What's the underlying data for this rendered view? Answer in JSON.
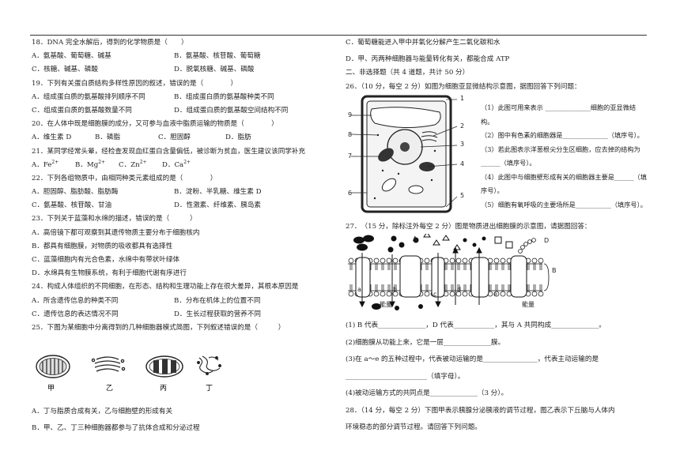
{
  "left": [
    {
      "type": "q",
      "text": "18．DNA 完全水解后，得到的化学物质是（　　）"
    },
    {
      "type": "o2",
      "a": "A．氨基酸、葡萄糖、碱基",
      "b": "B．氨基酸、核苷酸、葡萄糖"
    },
    {
      "type": "o2",
      "a": "C．核糖、碱基、磷酸",
      "b": "D．脱氧核糖、碱基、磷酸"
    },
    {
      "type": "q",
      "text": "19．下列有关蛋白质结构多样性原因的叙述，错误的是（　　　　）"
    },
    {
      "type": "o2",
      "a": "A．组成蛋白质的氨基酸排列顺序不同",
      "b": "B．组成蛋白质的氨基酸种类不同"
    },
    {
      "type": "o2",
      "a": "C．组成蛋白质的氨基酸数量不同",
      "b": "D．组成蛋白质的氨基酸空间结构不同"
    },
    {
      "type": "q",
      "text": "20．在人体中既是细胞膜的成分，又可参与血液中脂质运输的物质是（　　　　）"
    },
    {
      "type": "o4",
      "a": "A．维生素 D",
      "b": "B．磷脂",
      "c": "C．胆固醇",
      "d": "D．脂肪"
    },
    {
      "type": "q",
      "text": "21．某同学经常头晕，经检查发现血红蛋白含量偏低，被诊断为贫血，医生建议该同学补充"
    },
    {
      "type": "ion"
    },
    {
      "type": "q",
      "text": "22．下列各组物质中，由相同种类元素组成的是（　　　　）"
    },
    {
      "type": "o2",
      "a": "A．胆固醇、脂肪酸、脂肪酶",
      "b": "B．淀粉、半乳糖、维生素 D"
    },
    {
      "type": "o2",
      "a": "C．氨基酸、核苷酸、甘油",
      "b": "D．性激素、纤维素、胰岛素"
    },
    {
      "type": "q",
      "text": "23．下列关于蓝藻和水绵的描述，错误的是（　　　）"
    },
    {
      "type": "q",
      "text": "A．高倍镜下都可观察到其遗传物质主要分布于细胞核内"
    },
    {
      "type": "q",
      "text": "B．都具有细胞膜，对物质的吸收都具有选择性"
    },
    {
      "type": "q",
      "text": "C．蓝藻细胞内有光合色素，水绵中有带状叶绿体"
    },
    {
      "type": "q",
      "text": "D．水绵具有生物膜系统，有利于细胞代谢有序进行"
    },
    {
      "type": "q",
      "text": "24．构成人体组织的不同细胞，在形态、结构和生理功能上存在很大差异，其根本原因是"
    },
    {
      "type": "o2",
      "a": "A．所含遗传信息的种类不同",
      "b": "B．分布在机体上的位置不同"
    },
    {
      "type": "o2",
      "a": "C．遗传信息的表达情况不同",
      "b": "D．生长过程获取的营养不同"
    },
    {
      "type": "q",
      "text": "25．下图为某细胞中分离得到的几种细胞器模式简图，下列叙述错误的是（　　　）"
    }
  ],
  "ions": {
    "a": "A．Fe",
    "a_sup": "2+",
    "b": "B．Mg",
    "b_sup": "2+",
    "c": "C．Zn",
    "c_sup": "2+",
    "d": "D．Ca",
    "d_sup": "2+"
  },
  "organelle_labels": [
    "甲",
    "乙",
    "丙",
    "丁"
  ],
  "left_bottom": [
    "A．丁与脂质合成有关，乙与细胞壁的形成有关",
    "B．甲、乙、丁三种细胞器都参与了抗体合成和分泌过程"
  ],
  "right_top": [
    "C．葡萄糖能进入甲中并氧化分解产生二氧化碳和水",
    "D．甲、丙两种细胞器与能量转化有关，都能合成 ATP",
    "二、非选择题（共 4 道题，共计 50 分）",
    "26．（10 分，每空 2 分）如图为细胞亚显微结构示意图，据图回答下列问题："
  ],
  "cell_numbers": [
    "1",
    "2",
    "3",
    "4",
    "5",
    "6",
    "7",
    "8",
    "9"
  ],
  "cell_text": [
    "（1）此图可用来表示 ______________细胞的亚显微结构。",
    "（2）图中有色素的细胞器是______________（填序号）。",
    "（3）若此图表示洋葱根尖分生区细胞，应去掉的结构为",
    "______（填序号）。",
    "（4）此图中与细胞壁形成有关的细胞器主要是______（填",
    "序号）。",
    "（5）细胞有氧呼吸的主要场所是___________（填序号）。"
  ],
  "q27": "27．　（15 分，除标注外每空 2 分）图是物质进出细胞膜的示意图，请据图回答：",
  "membrane_labels": {
    "A": "A",
    "B": "B",
    "D": "D",
    "a": "a",
    "b": "b",
    "c": "c",
    "d": "d",
    "e": "e",
    "energy": "能量"
  },
  "right_bottom": [
    "(1) B 代表______________，D 代表____________，其与 A 共同构成______________。",
    "(2)细胞膜从功能上来，它是一层______________膜。",
    "(3)在 a～e 的五种过程中，代表被动运输的是________________，代表主动运输的是",
    "________________________（填字母）。",
    "(4)被动运输方式的共同点是______________（3 分）。",
    "28．（14 分，每空 2 分）下图甲表示胰腺分泌胰液的调节过程，图乙表示下丘脑与人体内",
    "环境稳态的部分调节过程。请回答下列问题。"
  ]
}
